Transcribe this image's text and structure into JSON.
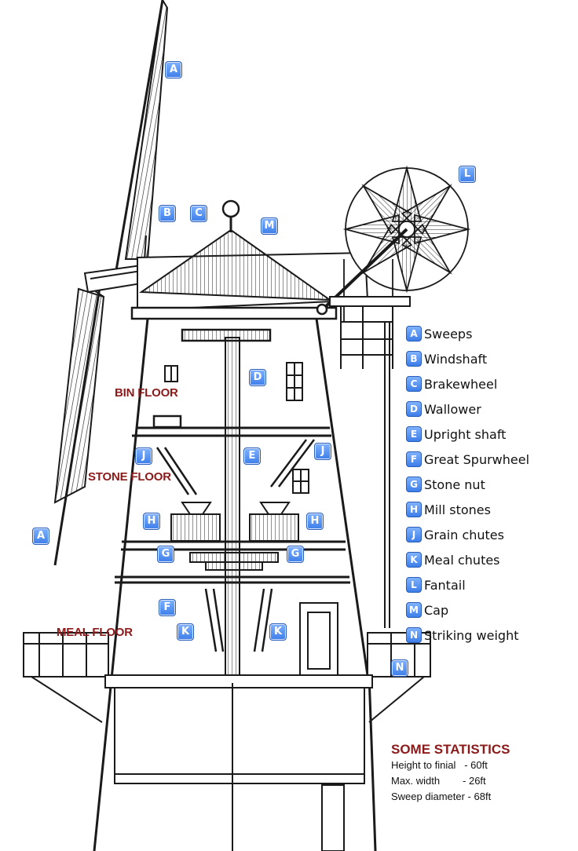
{
  "labels": {
    "A": "A",
    "B": "B",
    "C": "C",
    "D": "D",
    "E": "E",
    "F": "F",
    "G": "G",
    "H": "H",
    "J": "J",
    "K": "K",
    "L": "L",
    "M": "M",
    "N": "N"
  },
  "floors": {
    "bin": "BIN FLOOR",
    "stone": "STONE FLOOR",
    "meal": "MEAL FLOOR"
  },
  "legend": [
    {
      "key": "A",
      "text": "Sweeps"
    },
    {
      "key": "B",
      "text": "Windshaft"
    },
    {
      "key": "C",
      "text": "Brakewheel"
    },
    {
      "key": "D",
      "text": "Wallower"
    },
    {
      "key": "E",
      "text": "Upright shaft"
    },
    {
      "key": "F",
      "text": "Great Spurwheel"
    },
    {
      "key": "G",
      "text": "Stone nut"
    },
    {
      "key": "H",
      "text": "Mill stones"
    },
    {
      "key": "J",
      "text": "Grain chutes"
    },
    {
      "key": "K",
      "text": "Meal chutes"
    },
    {
      "key": "L",
      "text": "Fantail"
    },
    {
      "key": "M",
      "text": "Cap"
    },
    {
      "key": "N",
      "text": "Striking weight"
    }
  ],
  "statistics": {
    "title": "SOME STATISTICS",
    "rows": [
      "Height to finial   - 60ft",
      "Max. width        - 26ft",
      "Sweep diameter - 68ft"
    ]
  },
  "colors": {
    "badge_fill": "#3d7ee8",
    "floor_label": "#8b1a1a",
    "ink": "#1a1a1a"
  }
}
